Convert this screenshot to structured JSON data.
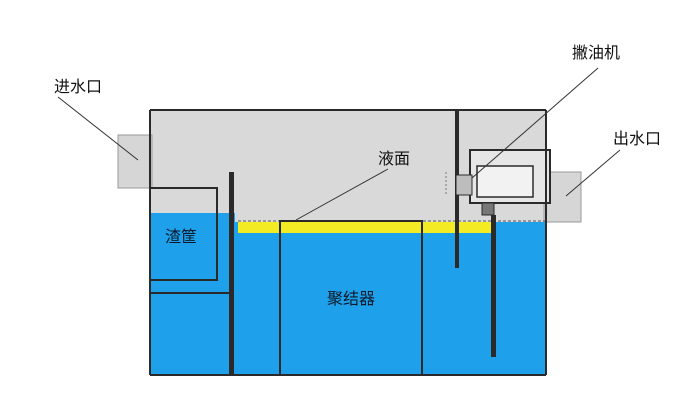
{
  "labels": {
    "inlet": "进水口",
    "skimmer": "撇油机",
    "outlet": "出水口",
    "liquid_level": "液面",
    "slag_basket": "渣筐",
    "coalescer": "聚结器"
  },
  "colors": {
    "water": "#1ea0ea",
    "oil_layer": "#f3ec24",
    "tank_wall": "#d9d9d9",
    "outline": "#2a2a2a",
    "leader_line": "#333333"
  }
}
